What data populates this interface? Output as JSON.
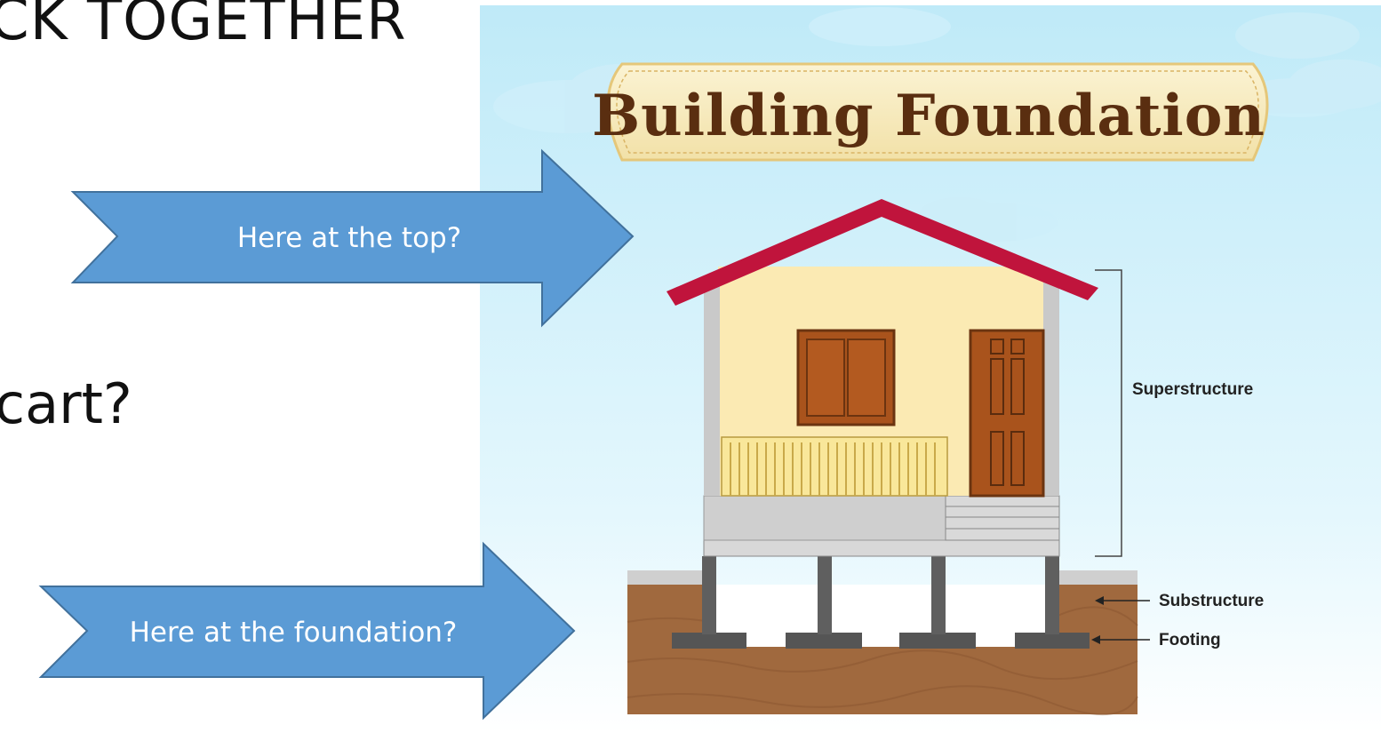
{
  "slide": {
    "title": "CK TOGETHER",
    "question": "cart?"
  },
  "arrows": {
    "top_label": "Here at the top?",
    "bottom_label": "Here at the foundation?",
    "fill_color": "#5b9bd5",
    "stroke_color": "#41719c"
  },
  "illustration": {
    "banner_title": "Building Foundation",
    "labels": {
      "superstructure": "Superstructure",
      "substructure": "Substructure",
      "footing": "Footing"
    },
    "colors": {
      "sky": "#c3ecf8",
      "roof": "#c0143c",
      "wall": "#fbeab3",
      "door_window": "#a9531c",
      "soil": "#a0693e",
      "column": "#5a5a5a"
    }
  }
}
